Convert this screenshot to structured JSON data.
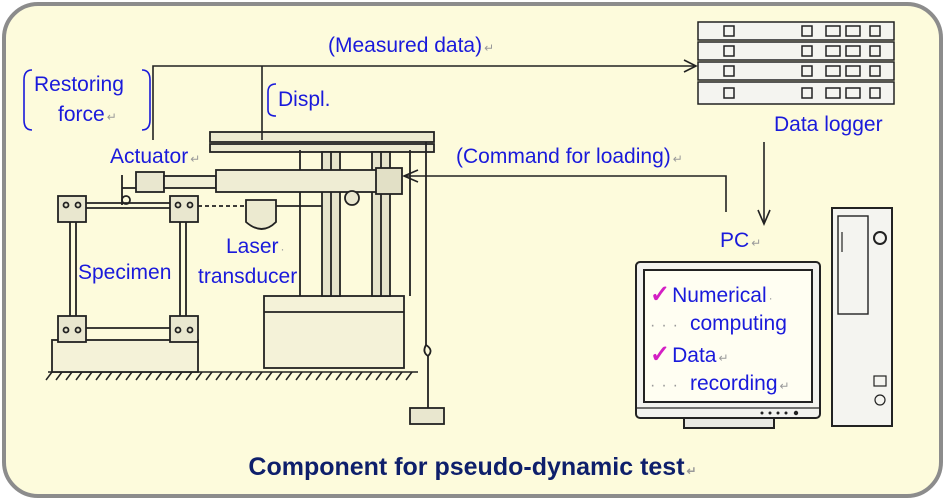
{
  "labels": {
    "measured_data": "(Measured data)",
    "restoring_force_1": "Restoring",
    "restoring_force_2": "force",
    "displ": "Displ.",
    "actuator": "Actuator",
    "data_logger": "Data logger",
    "command_for_loading": "(Command for loading)",
    "laser_1": "Laser",
    "laser_2": "transducer",
    "specimen": "Specimen",
    "pc": "PC",
    "numerical": "Numerical",
    "computing": "computing",
    "data": "Data",
    "recording": "recording"
  },
  "caption": "Component for pseudo-dynamic test",
  "colors": {
    "background": "#fdfbdc",
    "frame_border": "#8c8c8c",
    "label_text": "#1a1adb",
    "caption_text": "#0e1f6b",
    "checkmark": "#d41fc4",
    "line": "#222222"
  }
}
